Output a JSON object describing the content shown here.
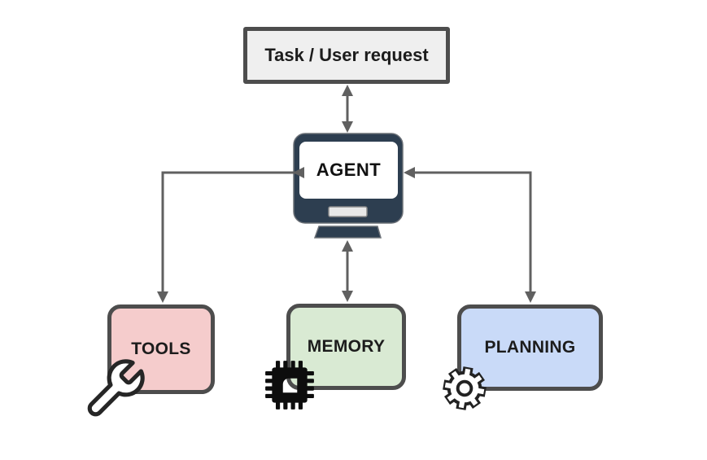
{
  "diagram": {
    "task": {
      "label": "Task / User request"
    },
    "agent": {
      "label": "AGENT",
      "icon": "computer-monitor-icon"
    },
    "modules": [
      {
        "label": "TOOLS",
        "icon": "wrench-icon",
        "fill": "#f5cccc"
      },
      {
        "label": "MEMORY",
        "icon": "chip-icon",
        "fill": "#d9ead3"
      },
      {
        "label": "PLANNING",
        "icon": "gear-icon",
        "fill": "#c9daf8"
      }
    ],
    "connections": [
      {
        "from": "Task / User request",
        "to": "AGENT",
        "bidirectional": true
      },
      {
        "from": "AGENT",
        "to": "TOOLS",
        "bidirectional": true
      },
      {
        "from": "AGENT",
        "to": "MEMORY",
        "bidirectional": true
      },
      {
        "from": "AGENT",
        "to": "PLANNING",
        "bidirectional": true
      }
    ],
    "colors": {
      "background": "#ffffff",
      "task_fill": "#efefef",
      "box_border": "#4d4d4d",
      "connector": "#606060",
      "monitor_body": "#2d3e50",
      "text": "#1c1c1c"
    }
  }
}
